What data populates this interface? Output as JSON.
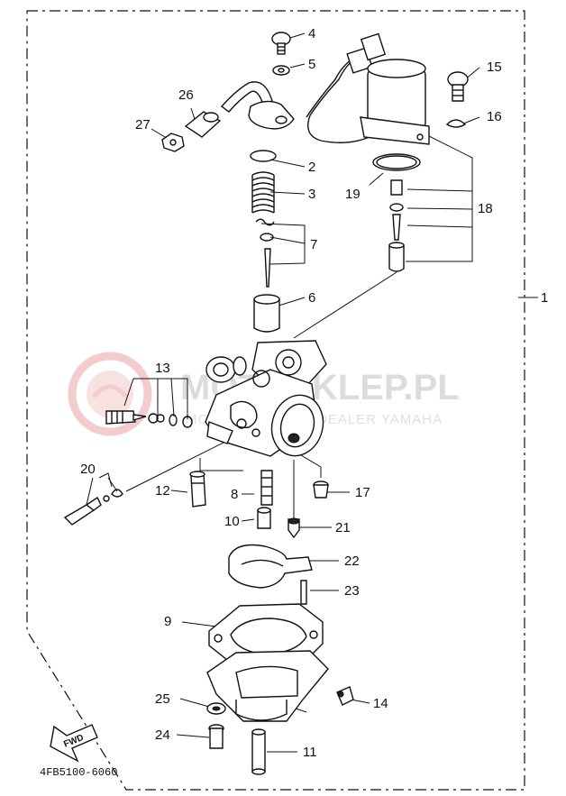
{
  "diagram": {
    "callouts": [
      "1",
      "2",
      "3",
      "4",
      "5",
      "6",
      "7",
      "8",
      "9",
      "10",
      "11",
      "12",
      "13",
      "14",
      "15",
      "16",
      "17",
      "18",
      "19",
      "20",
      "21",
      "22",
      "23",
      "24",
      "25",
      "26",
      "27"
    ],
    "code": "4FB5100-6060",
    "direction_label": "FWD",
    "watermark": {
      "name": "MOTOSKLEP.PL",
      "tagline": "MOTOCENTRUM | DEALER YAMAHA",
      "color": "#f2c8c8"
    }
  }
}
